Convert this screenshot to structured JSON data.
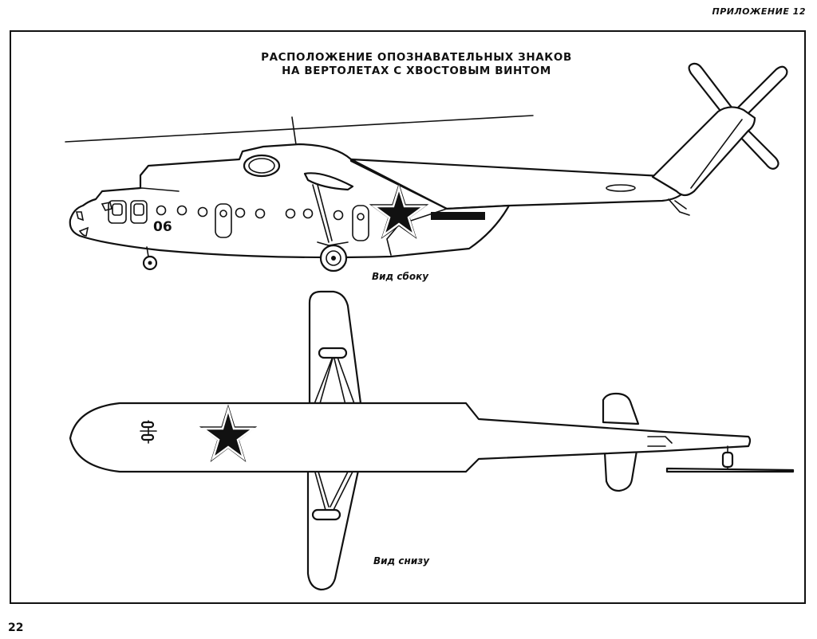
{
  "header": {
    "appendix": "ПРИЛОЖЕНИЕ 12"
  },
  "title": {
    "line1": "РАСПОЛОЖЕНИЕ ОПОЗНАВАТЕЛЬНЫХ ЗНАКОВ",
    "line2": "НА ВЕРТОЛЕТАХ С ХВОСТОВЫМ ВИНТОМ"
  },
  "side_view": {
    "caption": "Вид сбоку",
    "tail_number": "06"
  },
  "bottom_view": {
    "caption": "Вид снизу"
  },
  "footer": {
    "page_number": "22"
  },
  "colors": {
    "ink": "#111111",
    "paper": "#ffffff"
  }
}
